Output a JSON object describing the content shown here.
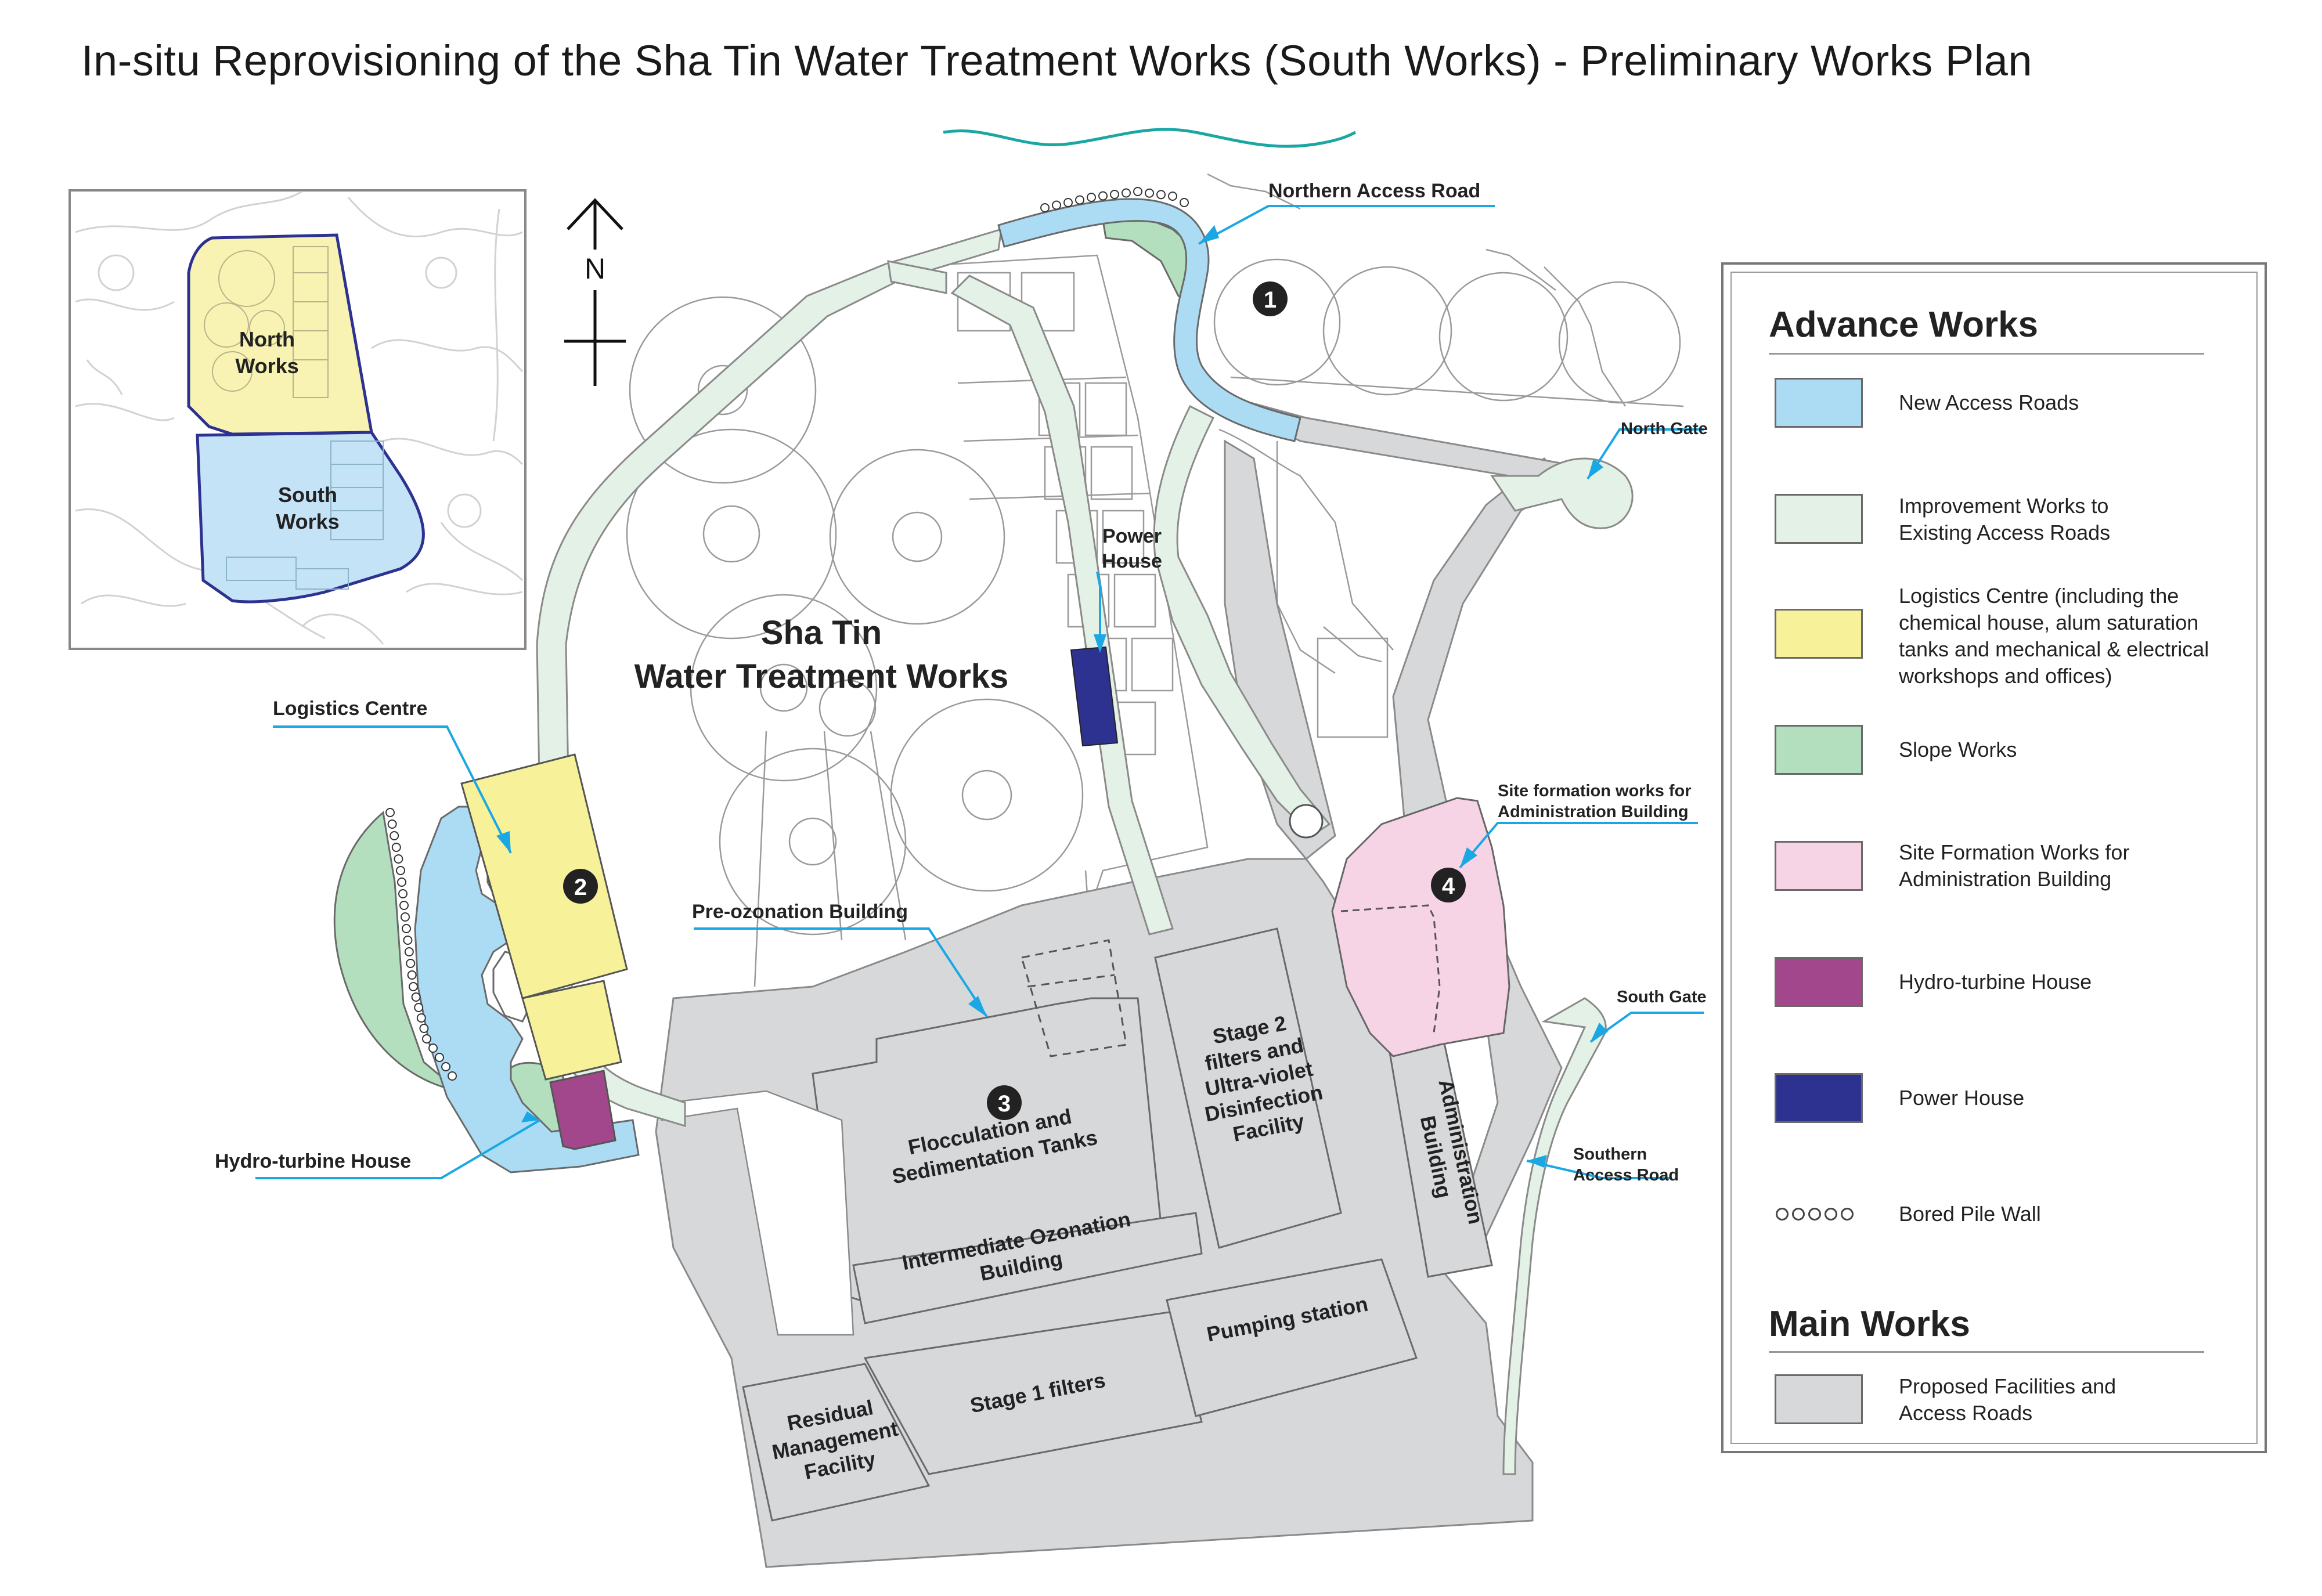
{
  "title": "In-situ Reprovisioning of the Sha Tin Water Treatment Works (South Works) - Preliminary Works Plan",
  "colors": {
    "new_access_roads": "#acdcf4",
    "improvement_works": "#e3f1e6",
    "logistics_centre": "#f7f29a",
    "slope_works": "#b3dfbe",
    "site_formation": "#f7d3e6",
    "hydro_turbine": "#a3478c",
    "power_house": "#2d3190",
    "main_works": "#d7d8da",
    "callout_line": "#1aa7e4",
    "north_works_inset": "#f8f3b2",
    "south_works_inset": "#c5e3f6"
  },
  "inset": {
    "north_label_1": "North",
    "north_label_2": "Works",
    "south_label_1": "South",
    "south_label_2": "Works"
  },
  "north_arrow": {
    "label": "N"
  },
  "map": {
    "main_title_1": "Sha Tin",
    "main_title_2": "Water Treatment Works",
    "power_house_1": "Power",
    "power_house_2": "House",
    "markers": [
      "1",
      "2",
      "3",
      "4"
    ],
    "callouts": {
      "northern_access_road": "Northern Access Road",
      "north_gate": "North Gate",
      "logistics_centre": "Logistics Centre",
      "site_formation_1": "Site formation works for",
      "site_formation_2": "Administration Building",
      "pre_ozonation": "Pre-ozonation Building",
      "south_gate": "South Gate",
      "hydro_turbine": "Hydro-turbine House",
      "southern_access_road_1": "Southern",
      "southern_access_road_2": "Access Road"
    },
    "facilities": {
      "flocculation_1": "Flocculation and",
      "flocculation_2": "Sedimentation Tanks",
      "intermediate_1": "Intermediate Ozonation",
      "intermediate_2": "Building",
      "stage2_1": "Stage 2",
      "stage2_2": "filters and",
      "stage2_3": "Ultra-violet",
      "stage2_4": "Disinfection",
      "stage2_5": "Facility",
      "admin_1": "Administration",
      "admin_2": "Building",
      "stage1": "Stage 1 filters",
      "pumping": "Pumping station",
      "residual_1": "Residual",
      "residual_2": "Management",
      "residual_3": "Facility"
    }
  },
  "legend": {
    "advance_heading": "Advance Works",
    "main_heading": "Main Works",
    "items": [
      {
        "label_1": "New Access Roads",
        "label_2": "",
        "label_3": "",
        "label_4": ""
      },
      {
        "label_1": "Improvement Works to",
        "label_2": "Existing Access Roads",
        "label_3": "",
        "label_4": ""
      },
      {
        "label_1": "Logistics Centre (including the",
        "label_2": "chemical house, alum saturation",
        "label_3": "tanks and mechanical & electrical",
        "label_4": "workshops and offices)"
      },
      {
        "label_1": "Slope Works",
        "label_2": "",
        "label_3": "",
        "label_4": ""
      },
      {
        "label_1": "Site Formation Works for",
        "label_2": "Administration Building",
        "label_3": "",
        "label_4": ""
      },
      {
        "label_1": "Hydro-turbine House",
        "label_2": "",
        "label_3": "",
        "label_4": ""
      },
      {
        "label_1": "Power House",
        "label_2": "",
        "label_3": "",
        "label_4": ""
      },
      {
        "label_1": "Bored Pile Wall",
        "label_2": "",
        "label_3": "",
        "label_4": ""
      }
    ],
    "main_items": [
      {
        "label_1": "Proposed Facilities and",
        "label_2": "Access Roads"
      }
    ]
  }
}
